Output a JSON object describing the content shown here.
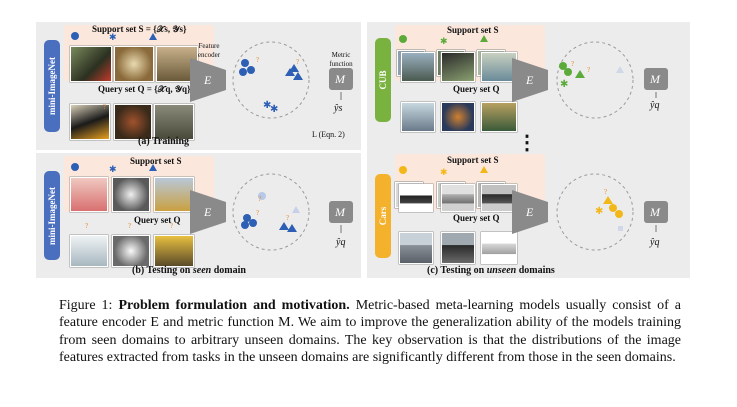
{
  "panels": {
    "a": {
      "domain_label": "mini-ImageNet",
      "support_label": "Support set S = {𝒳s, 𝒴s}",
      "query_label": "Query set Q = {𝒳q, 𝒴q}",
      "caption": "(a) Training",
      "encoder_label": "Feature encoder",
      "metric_label": "Metric function",
      "encoder_symbol": "E",
      "metric_symbol": "M",
      "output_label": "ŷs",
      "loss_label": "L (Eqn. 2)"
    },
    "b": {
      "domain_label": "mini-ImageNet",
      "support_label": "Support set S",
      "query_label": "Query set Q",
      "caption": "(b) Testing on seen domain",
      "encoder_symbol": "E",
      "metric_symbol": "M",
      "output_label": "ŷq"
    },
    "c1": {
      "domain_label": "CUB",
      "support_label": "Support set S",
      "query_label": "Query set Q",
      "encoder_symbol": "E",
      "metric_symbol": "M",
      "output_label": "ŷq"
    },
    "c2": {
      "domain_label": "Cars",
      "support_label": "Support set S",
      "query_label": "Query set Q",
      "encoder_symbol": "E",
      "metric_symbol": "M",
      "output_label": "ŷq"
    },
    "c_caption": "(c) Testing on unseen domains",
    "ellipsis": "⋮",
    "unknown_mark": "?"
  },
  "colors": {
    "panel_bg": "#ececec",
    "strip_bg": "#fbe7dc",
    "blue_bar": "#4a6fbf",
    "green_bar": "#7ab23f",
    "orange_bar": "#f4b12b",
    "class_blue": "#2d5fb5",
    "class_green": "#5cab3a",
    "class_gold": "#f2b81a",
    "question": "#e8892b"
  },
  "caption": {
    "prefix": "Figure 1: ",
    "bold": "Problem formulation and motivation.",
    "body": " Metric-based meta-learning models usually consist of a feature encoder E and metric function M. We aim to improve the generalization ability of the models training from seen domains to arbitrary unseen domains. The key observation is that the distributions of the image features extracted from tasks in the unseen domains are significantly different from those in the seen domains."
  }
}
